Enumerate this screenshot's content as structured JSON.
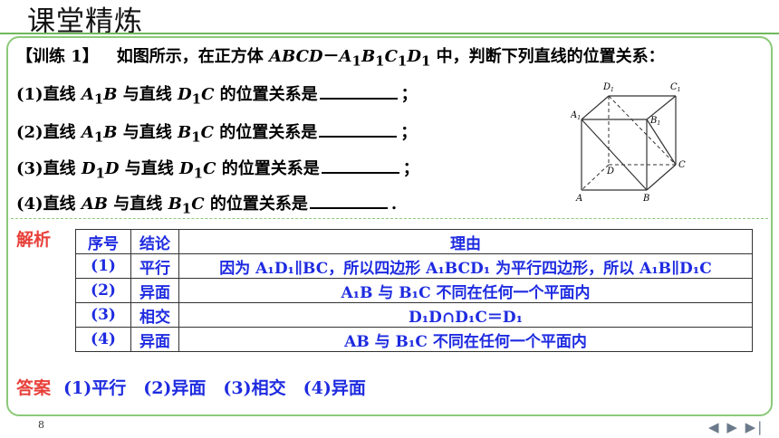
{
  "slide_title": "课堂精炼",
  "question": {
    "tag": "【训练 1】",
    "prompt_parts": [
      "如图所示，在正方体 ",
      "ABCD",
      "－",
      "A",
      "1",
      "B",
      "1",
      "C",
      "1",
      "D",
      "1",
      " 中，判断下列直线的位置关系："
    ],
    "items": [
      {
        "num": "(1)",
        "t1": "直线 ",
        "a": "A",
        "as": "1",
        "b": "B",
        "t2": " 与直线 ",
        "c": "D",
        "cs": "1",
        "d": "C",
        "t3": " 的位置关系是",
        "end": "；"
      },
      {
        "num": "(2)",
        "t1": "直线 ",
        "a": "A",
        "as": "1",
        "b": "B",
        "t2": " 与直线 ",
        "c": "B",
        "cs": "1",
        "d": "C",
        "t3": " 的位置关系是",
        "end": "；"
      },
      {
        "num": "(3)",
        "t1": "直线 ",
        "a": "D",
        "as": "1",
        "b": "D",
        "t2": " 与直线 ",
        "c": "D",
        "cs": "1",
        "d": "C",
        "t3": " 的位置关系是",
        "end": "；"
      },
      {
        "num": "(4)",
        "t1": "直线 ",
        "a": "AB",
        "as": "",
        "b": "",
        "t2": " 与直线 ",
        "c": "B",
        "cs": "1",
        "d": "C",
        "t3": " 的位置关系是",
        "end": "."
      }
    ]
  },
  "cube_labels": {
    "D1": "D",
    "C1": "C",
    "A1": "A",
    "B1": "B",
    "D": "D",
    "C": "C",
    "A": "A",
    "B": "B",
    "sub": "1"
  },
  "analysis_label": "解析",
  "table": {
    "headers": [
      "序号",
      "结论",
      "理由"
    ],
    "rows": [
      {
        "no": "(1)",
        "conclusion": "平行",
        "reason": "因为 A₁D₁∥BC，所以四边形 A₁BCD₁ 为平行四边形，所以 A₁B∥D₁C"
      },
      {
        "no": "(2)",
        "conclusion": "异面",
        "reason": "A₁B 与 B₁C 不同在任何一个平面内"
      },
      {
        "no": "(3)",
        "conclusion": "相交",
        "reason": "D₁D∩D₁C＝D₁"
      },
      {
        "no": "(4)",
        "conclusion": "异面",
        "reason": "AB 与 B₁C 不同在任何一个平面内"
      }
    ]
  },
  "answer": {
    "label": "答案",
    "text": "(1)平行　(2)异面　(3)相交　(4)异面"
  },
  "page_number": "8",
  "nav": {
    "prev": "◀",
    "next": "▶",
    "last": "▶|"
  }
}
